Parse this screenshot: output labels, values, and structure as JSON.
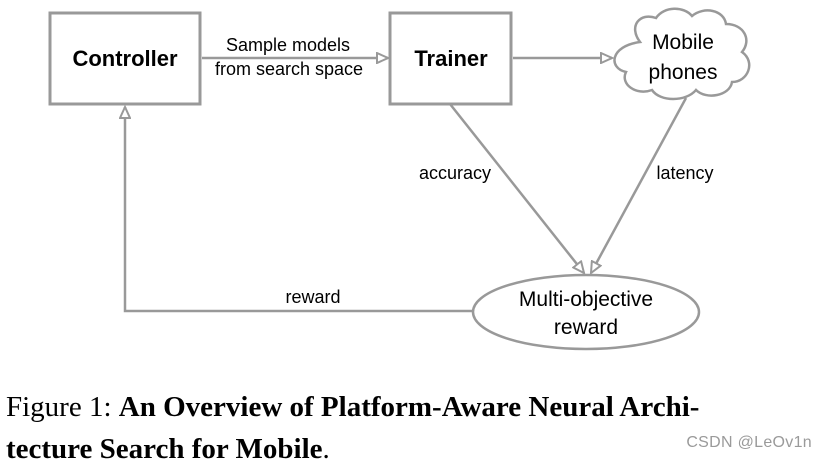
{
  "diagram": {
    "nodes": {
      "controller": "Controller",
      "trainer": "Trainer",
      "mobile_line1": "Mobile",
      "mobile_line2": "phones",
      "reward_line1": "Multi-objective",
      "reward_line2": "reward"
    },
    "edges": {
      "sample_line1": "Sample models",
      "sample_line2": "from search space",
      "accuracy": "accuracy",
      "latency": "latency",
      "reward": "reward"
    }
  },
  "caption": {
    "prefix": "Figure 1: ",
    "bold_line1": "An Overview of Platform-Aware Neural Archi-",
    "bold_line2": "tecture Search for Mobile",
    "suffix": "."
  },
  "watermark": "CSDN @LeOv1n",
  "colors": {
    "stroke": "#999999",
    "box_fill": "#ffffff",
    "text": "#000000"
  }
}
